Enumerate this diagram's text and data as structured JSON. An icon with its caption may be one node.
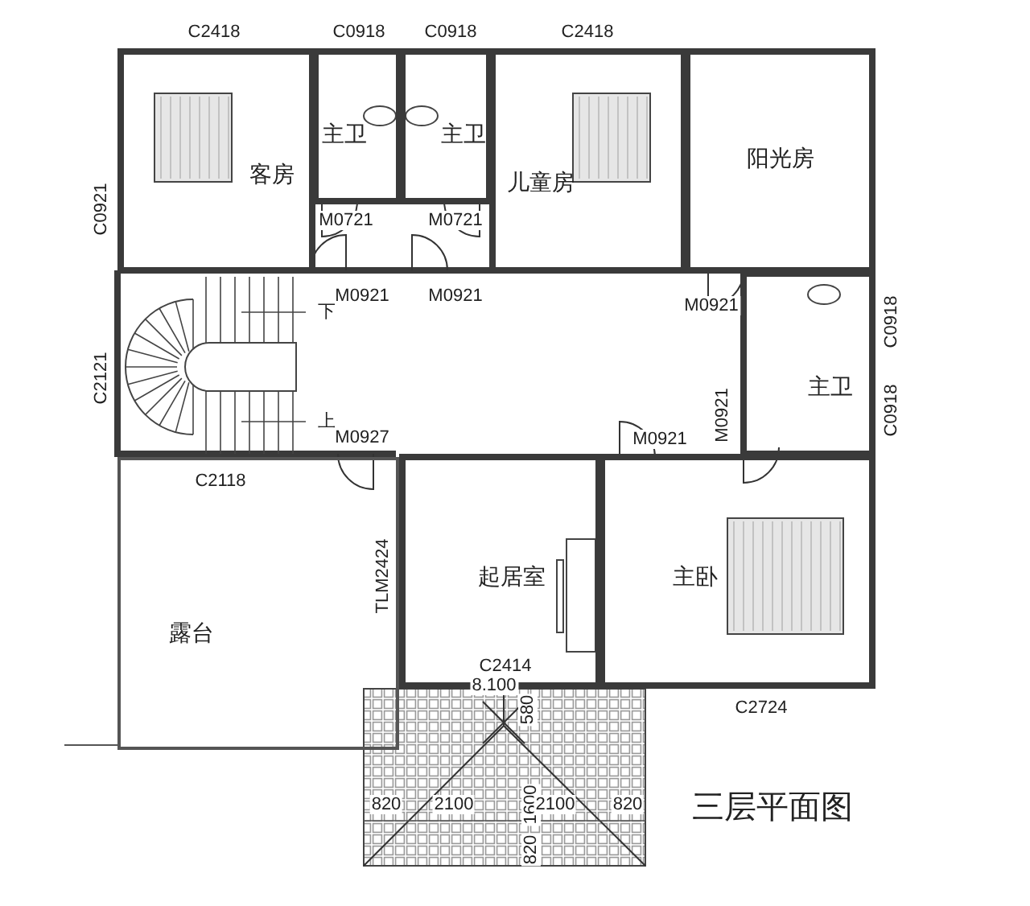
{
  "diagram": {
    "title": "三层平面图",
    "nodes": [
      {
        "text": [
          "客房"
        ]
      },
      {
        "text": [
          "主卫"
        ]
      },
      {
        "text": [
          "主卫"
        ]
      },
      {
        "text": [
          "儿童房"
        ]
      },
      {
        "text": [
          "阳光房"
        ]
      },
      {
        "text": [
          "主卫"
        ]
      },
      {
        "text": [
          "起居室"
        ]
      },
      {
        "text": [
          "主卧"
        ]
      },
      {
        "text": [
          "露台"
        ]
      }
    ],
    "edges": [],
    "labels": [
      "C2418",
      "C0918",
      "C0918",
      "C2418",
      "C0921",
      "M0721",
      "M0721",
      "M0921",
      "M0921",
      "M0921",
      "C0918",
      "下",
      "C0918",
      "C2121",
      "上",
      "M0927",
      "M0921",
      "M0921",
      "C2118",
      "TLM2424",
      "C2414",
      "8.100",
      "580",
      "C2724",
      "1600",
      "820",
      "2100",
      "2100",
      "820",
      "820"
    ]
  }
}
